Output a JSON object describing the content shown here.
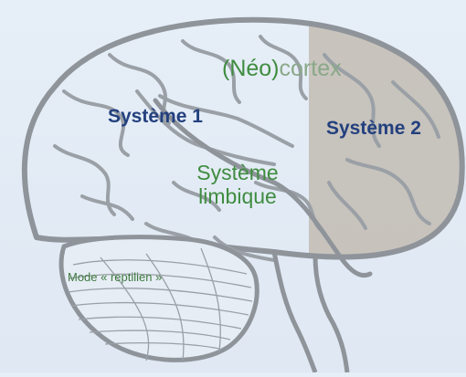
{
  "labels": {
    "neocortex_prefix": "(Néo)",
    "neocortex_suffix": "cortex",
    "system1": "Système 1",
    "system2": "Système 2",
    "limbic_line1": "Système",
    "limbic_line2": "limbique",
    "reptilian": "Mode « reptilien »"
  },
  "colors": {
    "background": "#e3ecf6",
    "outline": "#8f949a",
    "label_blue": "#23407e",
    "label_green": "#3f8c40",
    "system2_shade": "#bdb5a9"
  }
}
